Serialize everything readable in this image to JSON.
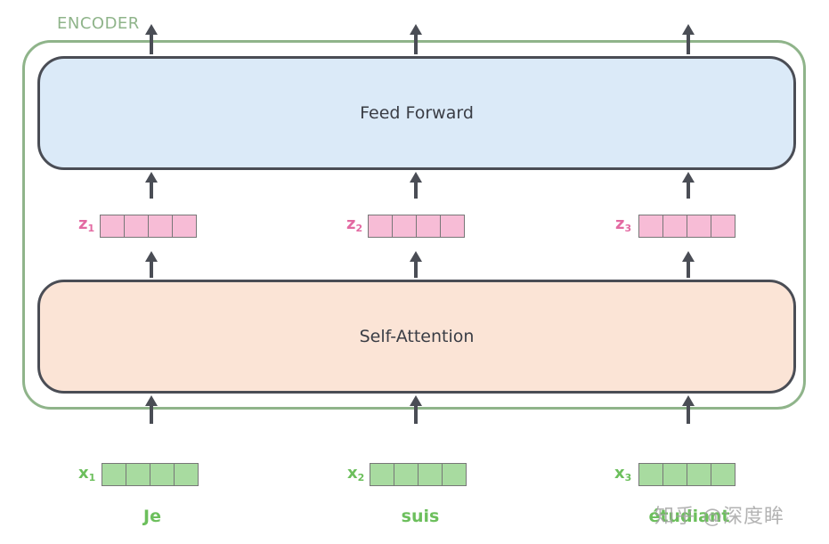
{
  "encoder": {
    "label": "ENCODER"
  },
  "feed_forward": {
    "label": "Feed Forward"
  },
  "self_attention": {
    "label": "Self-Attention"
  },
  "columns": [
    {
      "z_label": "z",
      "z_sub": "1",
      "x_label": "x",
      "x_sub": "1",
      "word": "Je"
    },
    {
      "z_label": "z",
      "z_sub": "2",
      "x_label": "x",
      "x_sub": "2",
      "word": "suis"
    },
    {
      "z_label": "z",
      "z_sub": "3",
      "x_label": "x",
      "x_sub": "3",
      "word": "étudiant"
    }
  ],
  "vector_cells": 4,
  "colors": {
    "encoder_border": "#8fb48a",
    "feed_forward_fill": "#dbeaf8",
    "self_attention_fill": "#fbe4d6",
    "z_vector": "#f7bcd6",
    "x_vector": "#a8dba0",
    "z_text": "#e36aa2",
    "x_text": "#6cbf5c"
  },
  "watermark": {
    "text": "知乎 @深度眸"
  }
}
